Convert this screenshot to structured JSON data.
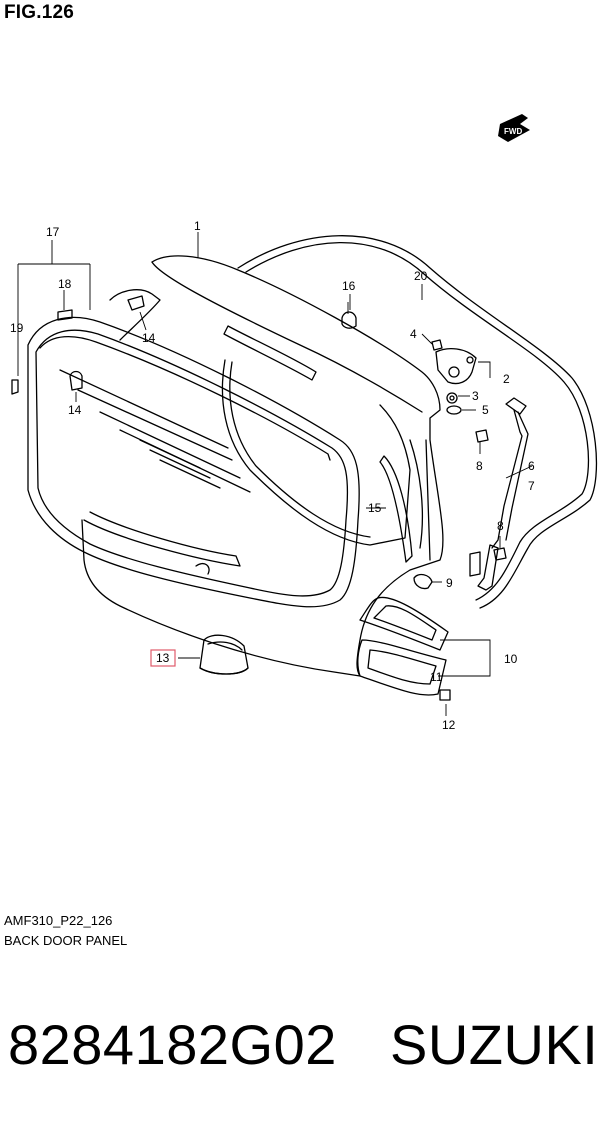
{
  "figure": {
    "title": "FIG.126",
    "code": "AMF310_P22_126",
    "caption": "BACK DOOR PANEL"
  },
  "fwd_badge": "FWD",
  "callouts": [
    {
      "id": "c1",
      "label": "1"
    },
    {
      "id": "c2",
      "label": "2"
    },
    {
      "id": "c3",
      "label": "3"
    },
    {
      "id": "c4",
      "label": "4"
    },
    {
      "id": "c5",
      "label": "5"
    },
    {
      "id": "c6",
      "label": "6"
    },
    {
      "id": "c7",
      "label": "7"
    },
    {
      "id": "c8a",
      "label": "8"
    },
    {
      "id": "c8b",
      "label": "8"
    },
    {
      "id": "c9",
      "label": "9"
    },
    {
      "id": "c10",
      "label": "10"
    },
    {
      "id": "c11",
      "label": "11"
    },
    {
      "id": "c12",
      "label": "12"
    },
    {
      "id": "c13",
      "label": "13",
      "highlighted": true
    },
    {
      "id": "c14a",
      "label": "14"
    },
    {
      "id": "c14b",
      "label": "14"
    },
    {
      "id": "c15",
      "label": "15"
    },
    {
      "id": "c16",
      "label": "16"
    },
    {
      "id": "c17",
      "label": "17"
    },
    {
      "id": "c18",
      "label": "18"
    },
    {
      "id": "c19",
      "label": "19"
    },
    {
      "id": "c20",
      "label": "20"
    }
  ],
  "highlight_color": "#e05a6a",
  "footer": {
    "part_number": "8284182G02",
    "brand": "SUZUKI"
  }
}
